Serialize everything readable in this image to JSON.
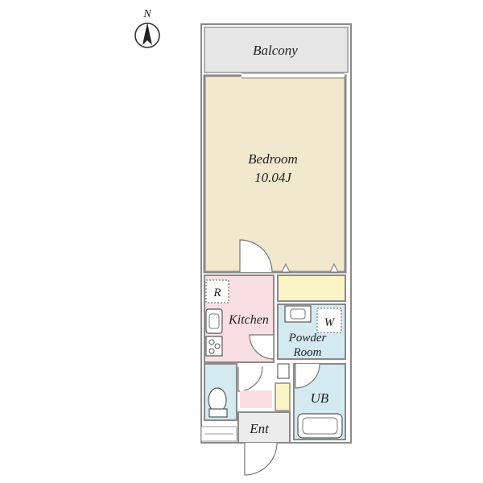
{
  "compass": {
    "label": "N",
    "icon": "north-arrow-icon"
  },
  "rooms": {
    "balcony": {
      "label": "Balcony"
    },
    "bedroom": {
      "label": "Bedroom",
      "area": "10.04J"
    },
    "kitchen": {
      "label": "Kitchen"
    },
    "refrigerator": {
      "label": "R"
    },
    "washer": {
      "label": "W"
    },
    "powder_room": {
      "line1": "Powder",
      "line2": "Room"
    },
    "unit_bath": {
      "label": "UB"
    },
    "entrance": {
      "label": "Ent"
    }
  },
  "colors": {
    "wall": "#8a8a8a",
    "balcony": "#e6e6e6",
    "bedroom": "#f1e8cd",
    "kitchen": "#f9dfe3",
    "wet_area": "#d3eaf1",
    "storage": "#faf3c6",
    "entrance": "#ececec"
  }
}
